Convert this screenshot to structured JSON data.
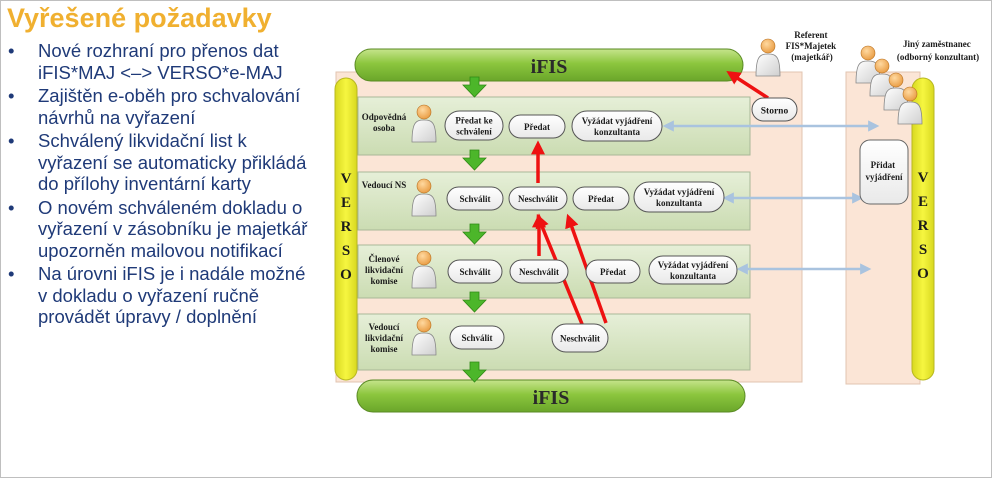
{
  "slide": {
    "title": "Vyřešené požadavky",
    "bullets": [
      "Nové rozhraní pro přenos dat iFIS*MAJ <–> VERSO*e-MAJ",
      "Zajištěn e-oběh pro schvalování návrhů na vyřazení",
      "Schválený likvidační list k vyřazení se automaticky přikládá do přílohy inventární karty",
      "O novém schváleném dokladu o vyřazení v zásobníku je majetkář upozorněn mailovou notifikací",
      "Na úrovni iFIS je i nadále možné v dokladu o vyřazení ručně provádět úpravy / doplnění"
    ]
  },
  "diagram": {
    "top_bar": "iFIS",
    "bottom_bar": "iFIS",
    "verso_left": [
      "V",
      "E",
      "R",
      "S",
      "O"
    ],
    "verso_right": [
      "V",
      "E",
      "R",
      "S",
      "O"
    ],
    "referent_label": [
      "Referent",
      "FIS*Majetek",
      "(majetkář)"
    ],
    "other_employee_label": [
      "Jiný zaměstnanec",
      "(odborný konzultant)"
    ],
    "storno": "Storno",
    "pridat_vyjadreni": [
      "Přidat",
      "vyjádření"
    ],
    "lanes": [
      {
        "role": [
          "Odpovědná",
          "osoba"
        ],
        "actions": [
          [
            "Předat ke",
            "schválení"
          ],
          [
            "Předat"
          ],
          [
            "Vyžádat vyjádření",
            "konzultanta"
          ]
        ]
      },
      {
        "role": [
          "Vedoucí NS"
        ],
        "actions": [
          [
            "Schválit"
          ],
          [
            "Neschválit"
          ],
          [
            "Předat"
          ],
          [
            "Vyžádat vyjádření",
            "konzultanta"
          ]
        ]
      },
      {
        "role": [
          "Členové",
          "likvidační",
          "komise"
        ],
        "actions": [
          [
            "Schválit"
          ],
          [
            "Neschválit"
          ],
          [
            "Předat"
          ],
          [
            "Vyžádat vyjádření",
            "konzultanta"
          ]
        ]
      },
      {
        "role": [
          "Vedoucí",
          "likvidační",
          "komise"
        ],
        "actions": [
          [
            "Schválit"
          ],
          [
            "Neschválit"
          ]
        ]
      }
    ],
    "colors": {
      "title": "#f0b030",
      "bullet_text": "#1f3a78",
      "ifis_green": "#8cc63e",
      "verso_yellow": "#f2f230",
      "panel_fill": "#fbe5d6",
      "lane_fill": "#d8e6c4",
      "red_arrow": "#ee1111",
      "blue_arrow": "#a9c3df",
      "green_arrow": "#4cb62a"
    }
  }
}
